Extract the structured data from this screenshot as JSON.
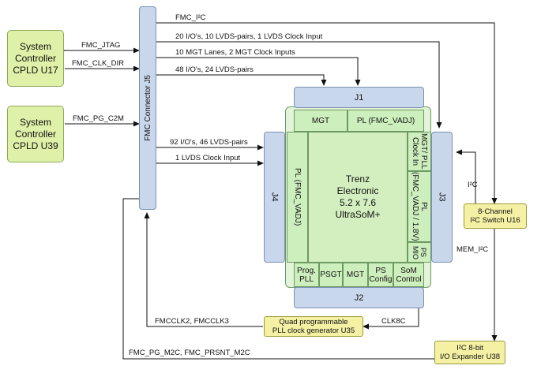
{
  "controllers": {
    "u17": "System\nController\nCPLD U17",
    "u39": "System\nController\nCPLD U39"
  },
  "fmc_connector": "FMC Connector J5",
  "som": {
    "title": "Trenz\nElectronic\n5.2 x 7.6\nUltraSoM+",
    "j1": "J1",
    "j2": "J2",
    "j3": "J3",
    "j4": "J4",
    "top_mgt": "MGT",
    "top_pl": "PL (FMC_VADJ)",
    "left_pl": "PL (FMC_VADJ)",
    "right_mgt_pll": "MGT/ PLL\nClock In",
    "right_pl": "PL\n(FMC_VADJ / 1.8V)",
    "right_ps_mio": "PS\nMIO",
    "bottom": [
      "Prog.\nPLL",
      "PSGT",
      "MGT",
      "PS\nConfig",
      "SoM\nControl"
    ]
  },
  "i2c_switch": "8-Channel\nI²C Switch U16",
  "pll_gen": "Quad programmable\nPLL clock generator U35",
  "io_expander": "I²C 8-bit\nI/O Expander U38",
  "signals": {
    "fmc_jtag": "FMC_JTAG",
    "fmc_clk_dir": "FMC_CLK_DIR",
    "fmc_pg_c2m": "FMC_PG_C2M",
    "fmc_i2c": "FMC_I²C",
    "io20": "20 I/O's, 10 LVDS-pairs, 1 LVDS Clock Input",
    "mgt10": "10 MGT Lanes, 2 MGT Clock Inputs",
    "io48": "48 I/O's, 24 LVDS-pairs",
    "io92": "92 I/O's, 46 LVDS-pairs",
    "lvds_clk": "1 LVDS Clock Input",
    "i2c": "I²C",
    "mem_i2c": "MEM_I²C",
    "fmcclk": "FMCCLK2, FMCCLK3",
    "clk8c": "CLK8C",
    "fmc_pg_m2c": "FMC_PG_M2C, FMC_PRSNT_M2C"
  }
}
